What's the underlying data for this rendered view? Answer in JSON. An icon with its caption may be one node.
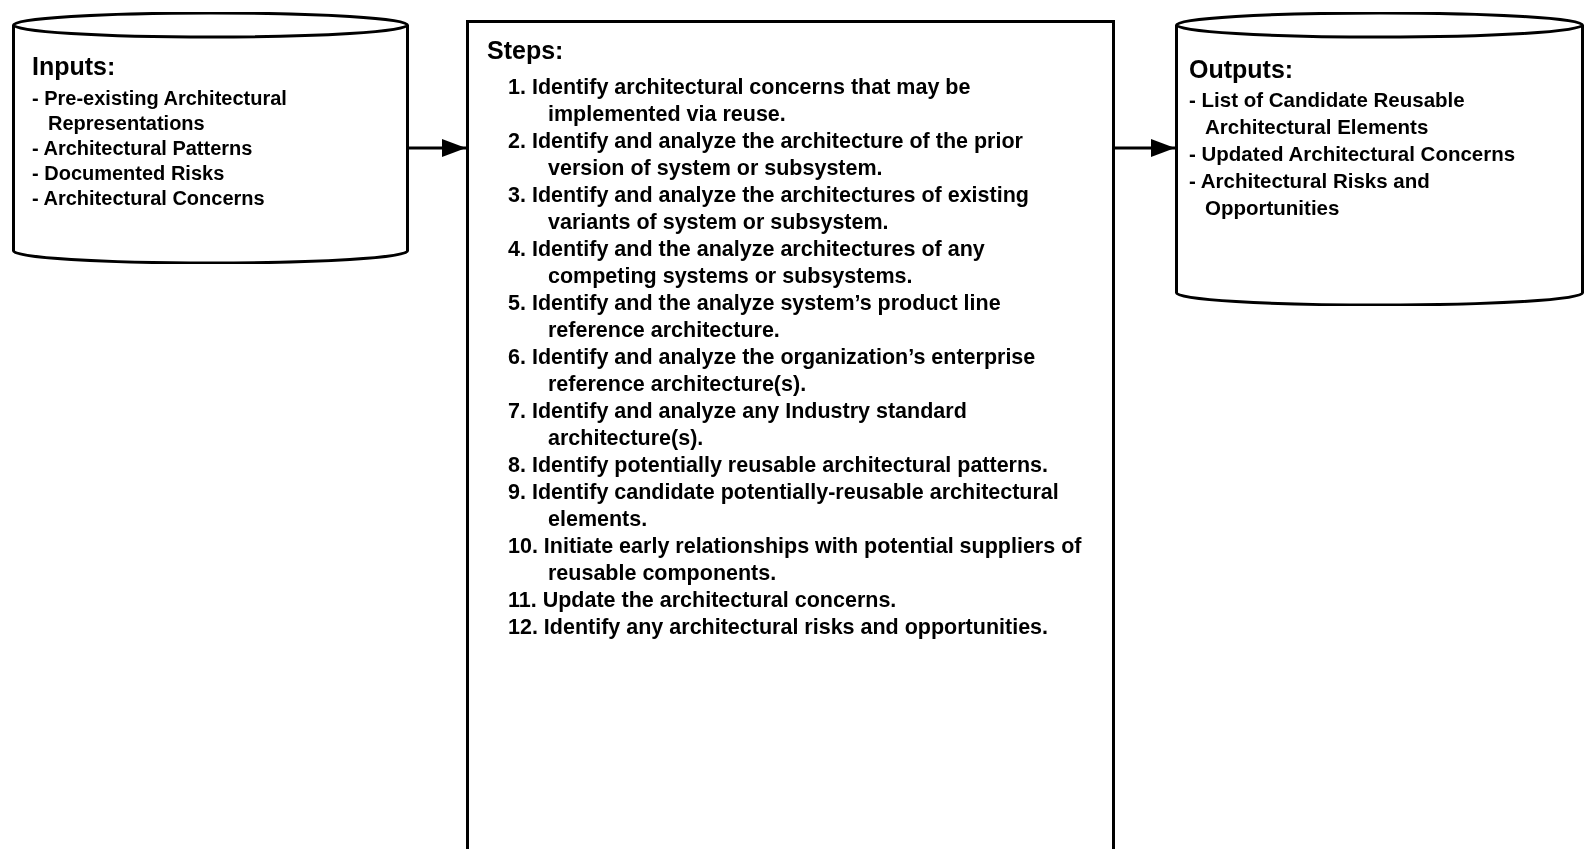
{
  "diagram": {
    "nodes": [
      {
        "text": [
          "Inputs:",
          "- Pre-existing Architectural Representations",
          "- Architectural Patterns",
          "- Documented Risks",
          "- Architectural Concerns"
        ]
      },
      {
        "text": [
          "Steps:",
          "1. Identify architectural concerns that may be implemented via reuse.",
          "2. Identify and analyze the architecture of the prior version of system or subsystem.",
          "3. Identify and analyze the architectures of existing variants of system or subsystem.",
          "4. Identify and the analyze architectures of any competing systems or subsystems.",
          "5. Identify and the analyze system’s product line reference architecture.",
          "6. Identify and analyze the organization’s enterprise reference architecture(s).",
          "7. Identify and analyze any Industry standard architecture(s).",
          "8. Identify potentially reusable architectural patterns.",
          "9. Identify candidate potentially-reusable architectural elements.",
          "10. Initiate early relationships with potential suppliers of reusable components.",
          "11. Update the architectural concerns.",
          "12. Identify any architectural risks and opportunities."
        ]
      },
      {
        "text": [
          "Outputs:",
          "- List of Candidate Reusable Architectural Elements",
          "- Updated Architectural Concerns",
          "- Architectural Risks and Opportunities"
        ]
      }
    ],
    "edges": [
      {
        "from": 0,
        "to": 1,
        "arrow": "to"
      },
      {
        "from": 1,
        "to": 2,
        "arrow": "to"
      }
    ]
  }
}
